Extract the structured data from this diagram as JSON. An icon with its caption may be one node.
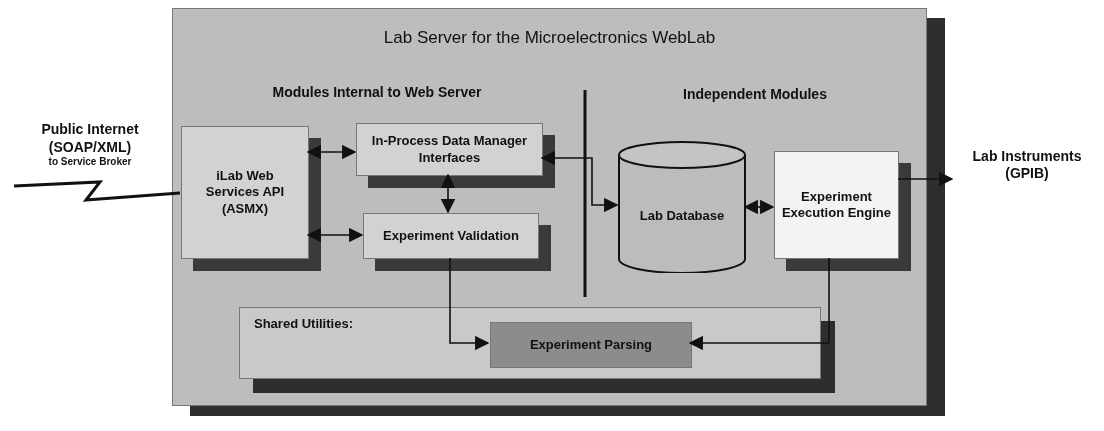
{
  "diagram": {
    "nodes": [
      {
        "text": [
          "Lab Server for the Microelectronics WebLab"
        ]
      },
      {
        "text": [
          "Public Internet (SOAP/XML)",
          "to Service Broker"
        ]
      },
      {
        "text": [
          "iLab Web Services API (ASMX)"
        ],
        "in": 0
      },
      {
        "text": [
          "In-Process Data Manager Interfaces"
        ],
        "in": 0
      },
      {
        "text": [
          "Experiment Validation"
        ],
        "in": 0
      },
      {
        "text": [
          "Lab Database"
        ],
        "in": 0
      },
      {
        "text": [
          "Experiment Execution Engine"
        ],
        "in": 0
      },
      {
        "text": [
          "Lab Instruments (GPIB)"
        ]
      },
      {
        "text": [
          "Shared Utilities:"
        ],
        "in": 0
      },
      {
        "text": [
          "Experiment Parsing"
        ],
        "in": 8
      }
    ],
    "edges": [
      {
        "from": 1,
        "to": 2,
        "arrow": "none"
      },
      {
        "from": 2,
        "to": 3,
        "arrow": "both"
      },
      {
        "from": 2,
        "to": 4,
        "arrow": "both"
      },
      {
        "from": 3,
        "to": 4,
        "arrow": "both"
      },
      {
        "from": 3,
        "to": 5,
        "arrow": "both"
      },
      {
        "from": 5,
        "to": 6,
        "arrow": "both"
      },
      {
        "from": 6,
        "to": 7,
        "arrow": "to"
      },
      {
        "from": 4,
        "to": 9,
        "arrow": "to"
      },
      {
        "from": 6,
        "to": 9,
        "arrow": "to"
      }
    ],
    "labels": [
      "Modules Internal to Web Server",
      "Independent Modules"
    ]
  }
}
